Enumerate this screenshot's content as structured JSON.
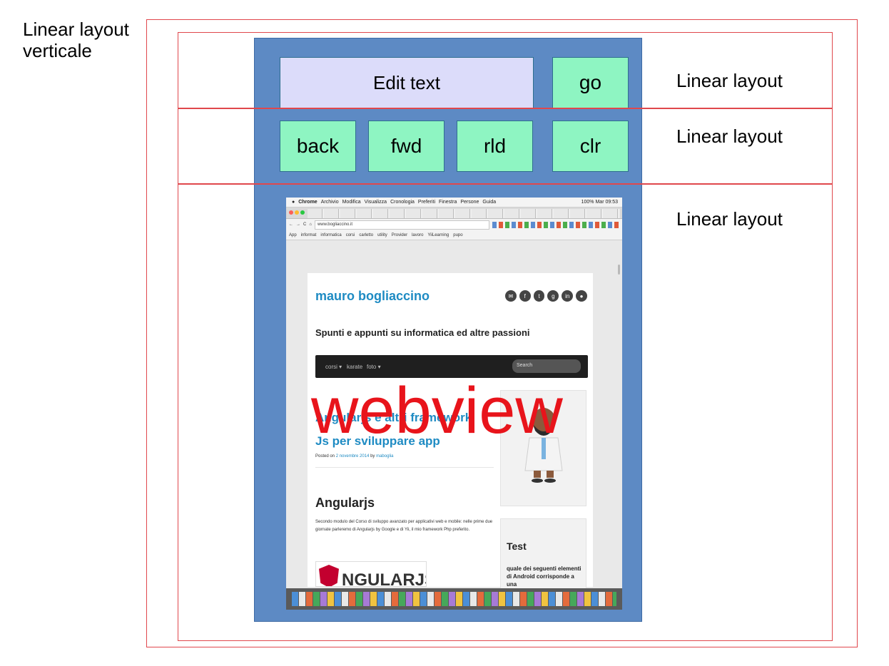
{
  "labels": {
    "outer": "Linear layout\nverticale",
    "row1": "Linear layout",
    "row2": "Linear layout",
    "row3": "Linear layout"
  },
  "controls": {
    "edit_text": "Edit text",
    "go": "go",
    "back": "back",
    "fwd": "fwd",
    "rld": "rld",
    "clr": "clr"
  },
  "overlay": {
    "webview": "webview"
  },
  "screenshot": {
    "menubar": {
      "apple": "",
      "app": "Chrome",
      "items": [
        "Archivio",
        "Modifica",
        "Visualizza",
        "Cronologia",
        "Preferiti",
        "Finestra",
        "Persone",
        "Guida"
      ],
      "right": "100%  Mar 09:53"
    },
    "address": "www.bogliaccino.it",
    "bookmarks": [
      "App",
      "informat",
      "informatica",
      "corsi",
      "carletto",
      "utility",
      "Provider",
      "lavoro",
      "YiiLearning",
      "pupo"
    ],
    "site": {
      "title": "mauro bogliaccino",
      "tagline": "Spunti e appunti su informatica ed altre passioni",
      "nav": [
        "corsi ▾",
        "karate",
        "foto ▾"
      ],
      "search_placeholder": "Search",
      "post_title": "Angularjs e altri framework Js per sviluppare app",
      "posted_prefix": "Posted on",
      "posted_date": "2 novembre 2014",
      "posted_by": "by",
      "posted_author": "maboglia",
      "section": "Angularjs",
      "body": "Secondo modulo del Corso di sviluppo avanzato per applicativi web e mobile: nelle prime due giornate parleremo di Angularjs by Google e di Yii, il mio framework Php preferito.",
      "widget_title": "Test",
      "widget_text": "quale dei seguenti elementi di Android corrisponde a una",
      "logo_text": "NGULARJS"
    }
  },
  "colors": {
    "phone": "#5d8ac4",
    "button": "#8ef5c2",
    "edit": "#dcdcfa",
    "frame": "#e0474c",
    "webview_text": "#e8141b",
    "link": "#1e8bc3"
  }
}
